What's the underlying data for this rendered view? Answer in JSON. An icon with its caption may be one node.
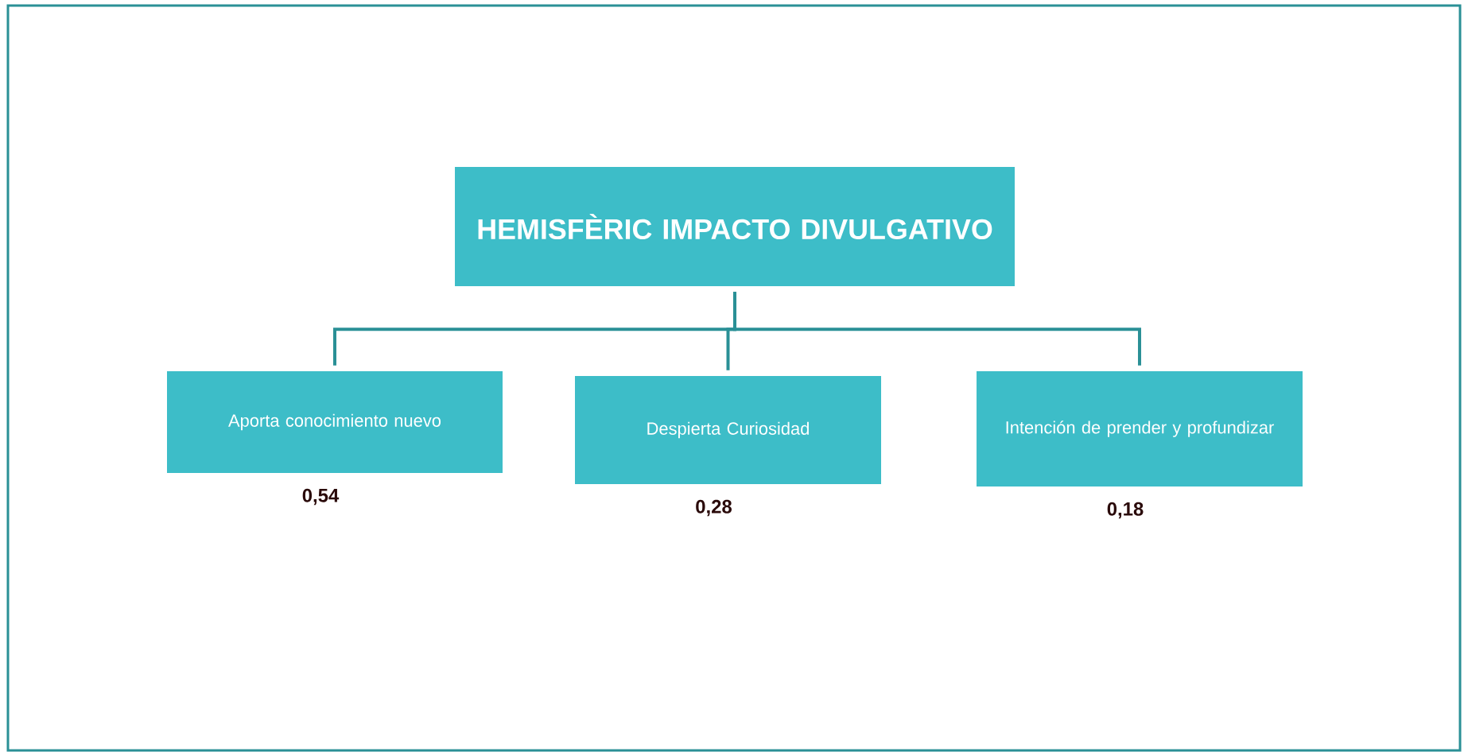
{
  "diagram": {
    "nodes": [
      {
        "text": [
          "HEMISFÈRIC IMPACTO DIVULGATIVO"
        ]
      },
      {
        "text": [
          "Aporta conocimiento nuevo"
        ],
        "beside": [
          "0,54"
        ]
      },
      {
        "text": [
          "Despierta Curiosidad"
        ],
        "beside": [
          "0,28"
        ]
      },
      {
        "text": [
          "Intención de prender y profundizar"
        ],
        "beside": [
          "0,18"
        ]
      }
    ],
    "edges": [
      {
        "from": 0,
        "to": 1,
        "arrow": "none"
      },
      {
        "from": 0,
        "to": 2,
        "arrow": "none"
      },
      {
        "from": 0,
        "to": 3,
        "arrow": "none"
      }
    ]
  }
}
